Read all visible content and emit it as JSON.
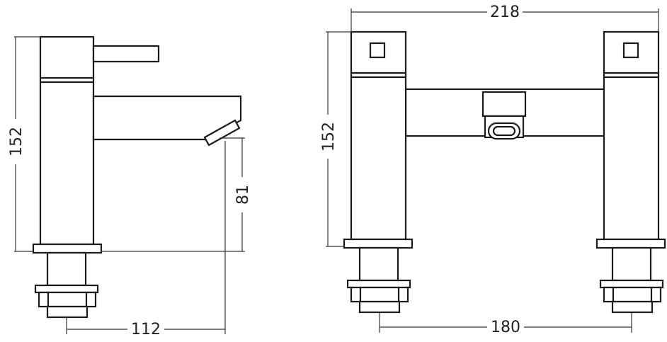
{
  "colors": {
    "outline": "#1a1a1a",
    "dimension_line": "#333333",
    "background": "#ffffff"
  },
  "left_view": {
    "height_label": "152",
    "spout_height_label": "81",
    "reach_label": "112"
  },
  "right_view": {
    "width_label": "218",
    "height_label": "152",
    "centres_label": "180"
  }
}
